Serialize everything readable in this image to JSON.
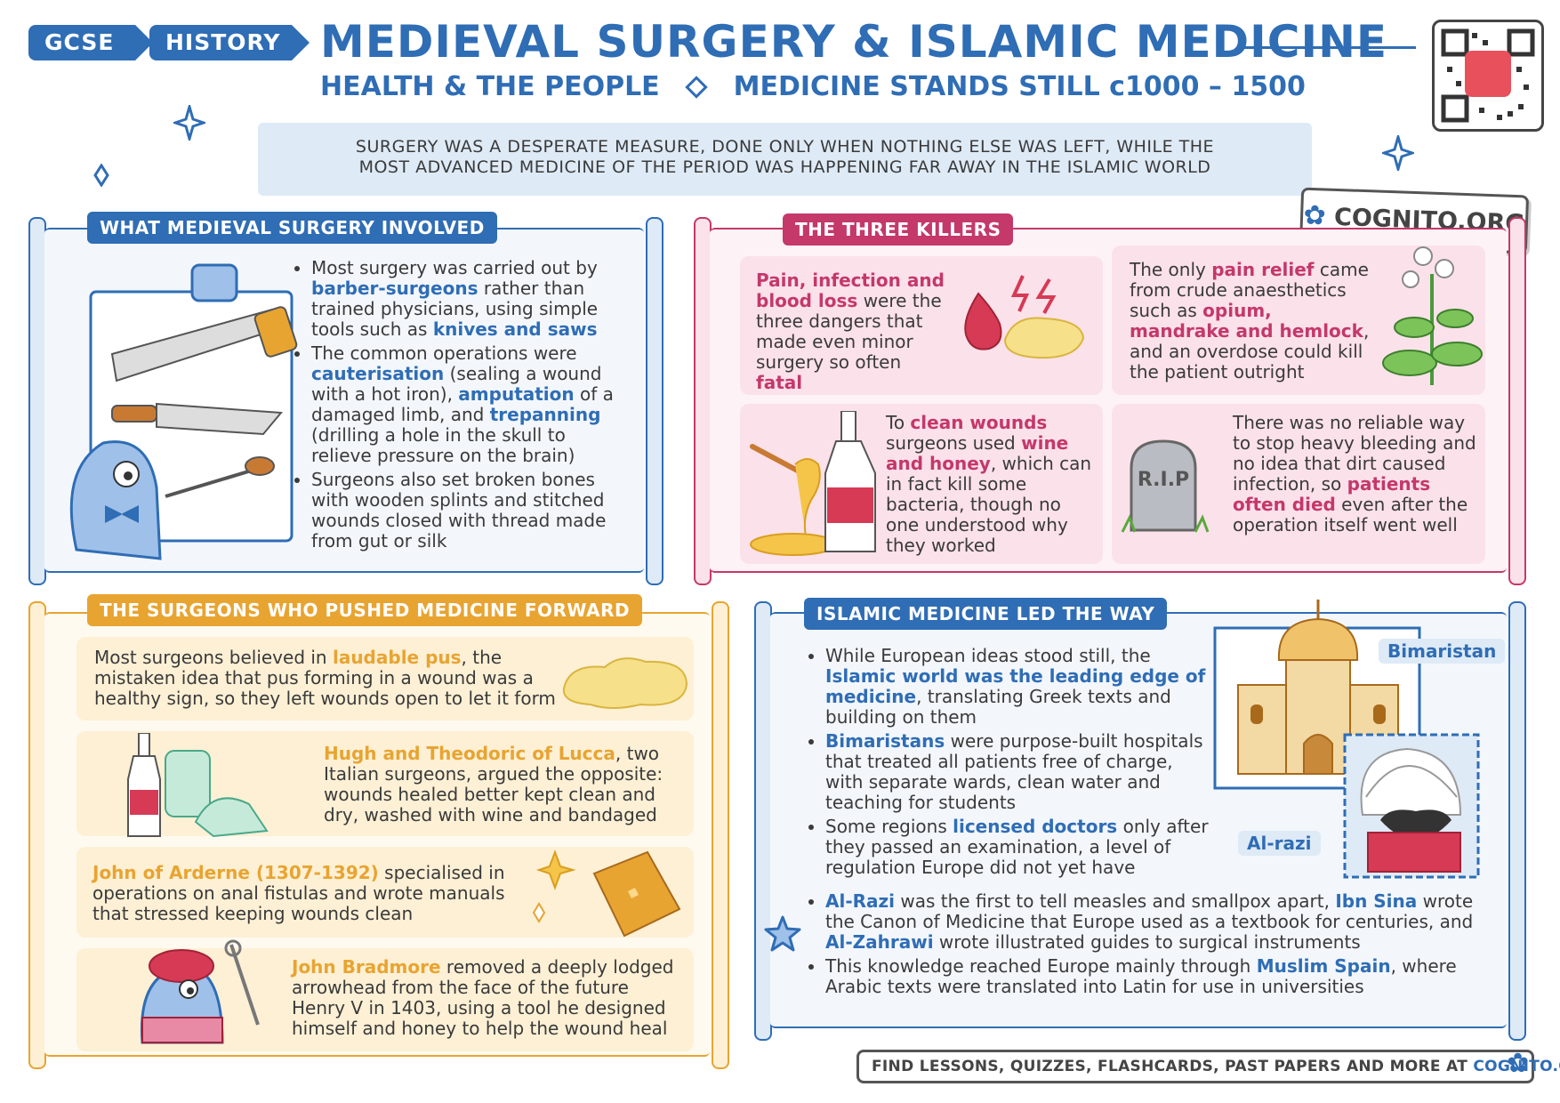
{
  "header": {
    "tag1": "GCSE",
    "tag2": "HISTORY",
    "title": "MEDIEVAL SURGERY & ISLAMIC MEDICINE",
    "subtitle_left": "HEALTH & THE PEOPLE",
    "subtitle_right": "MEDICINE STANDS STILL c1000 – 1500"
  },
  "intro": "SURGERY WAS A DESPERATE MEASURE, DONE ONLY WHEN NOTHING ELSE WAS LEFT, WHILE THE MOST ADVANCED MEDICINE OF THE PERIOD WAS HAPPENING FAR AWAY IN THE ISLAMIC WORLD",
  "brand": "COGNITO.ORG",
  "surgery": {
    "title": "WHAT MEDIEVAL SURGERY INVOLVED",
    "b1": [
      "Most surgery was carried out by ",
      "barber-surgeons",
      " rather than trained physicians, using simple tools such as ",
      "knives and saws"
    ],
    "b2": [
      "The common operations were ",
      "cauterisation",
      " (sealing a wound with a hot iron), ",
      "amputation",
      " of a damaged limb, and ",
      "trepanning",
      " (drilling a hole in the skull to relieve pressure on the brain)"
    ],
    "b3": "Surgeons also set broken bones with wooden splints and stitched wounds closed with thread made from gut or silk"
  },
  "killers": {
    "title": "THE THREE KILLERS",
    "c1": [
      "Pain, infection and blood loss",
      " were the three dangers that made even minor surgery so often ",
      "fatal"
    ],
    "c2": [
      "The only ",
      "pain relief",
      " came from crude anaesthetics such as ",
      "opium, mandrake and hemlock",
      ", and an overdose could kill the patient outright"
    ],
    "c3": [
      "To ",
      "clean wounds",
      " surgeons used ",
      "wine and honey",
      ", which can in fact kill some bacteria, though no one understood why they worked"
    ],
    "c4": [
      "There was no reliable way to stop heavy bleeding and no idea that dirt caused infection, so ",
      "patients often died",
      " even after the operation itself went well"
    ],
    "tombstone": "R.I.P"
  },
  "surgeons": {
    "title": "THE SURGEONS WHO PUSHED MEDICINE FORWARD",
    "c1": [
      "Most surgeons believed in ",
      "laudable pus",
      ", the mistaken idea that pus forming in a wound was a healthy sign, so they left wounds open to let it form"
    ],
    "c2": [
      "Hugh and Theodoric of Lucca",
      ", two Italian surgeons, argued the opposite: wounds healed better kept clean and dry, washed with wine and bandaged"
    ],
    "c3": [
      "John of Arderne (1307-1392)",
      " specialised in operations on anal fistulas and wrote manuals that stressed keeping wounds clean"
    ],
    "c4": [
      "John Bradmore",
      " removed a deeply lodged arrowhead from the face of the future Henry V in 1403, using a tool he designed himself and honey to help the wound heal"
    ]
  },
  "islamic": {
    "title": "ISLAMIC MEDICINE LED THE WAY",
    "b1": [
      "While European ideas stood still, the ",
      "Islamic world was the leading edge of medicine",
      ", translating Greek texts and building on them"
    ],
    "b2": [
      "Bimaristans",
      " were purpose-built hospitals that treated all patients free of charge, with separate wards, clean water and teaching for students"
    ],
    "b3": [
      "Some regions ",
      "licensed doctors",
      " only after they passed an examination, a level of regulation Europe did not yet have"
    ],
    "b4": [
      "Al-Razi",
      " was the first to tell measles and smallpox apart, ",
      "Ibn Sina",
      " wrote the Canon of Medicine that Europe used as a textbook for centuries, and ",
      "Al-Zahrawi",
      " wrote illustrated guides to surgical instruments"
    ],
    "b5": [
      "This knowledge reached Europe mainly through ",
      "Muslim Spain",
      ", where Arabic texts were translated into Latin for use in universities"
    ],
    "label_bimaristan": "Bimaristan",
    "label_alrazi": "Al-razi"
  },
  "footer": [
    "FIND LESSONS, QUIZZES, FLASHCARDS, PAST PAPERS AND MORE AT ",
    "COGNITO.ORG"
  ],
  "colors": {
    "blue": "#2f6db5",
    "pink": "#c4386a",
    "orange": "#e8a431"
  }
}
